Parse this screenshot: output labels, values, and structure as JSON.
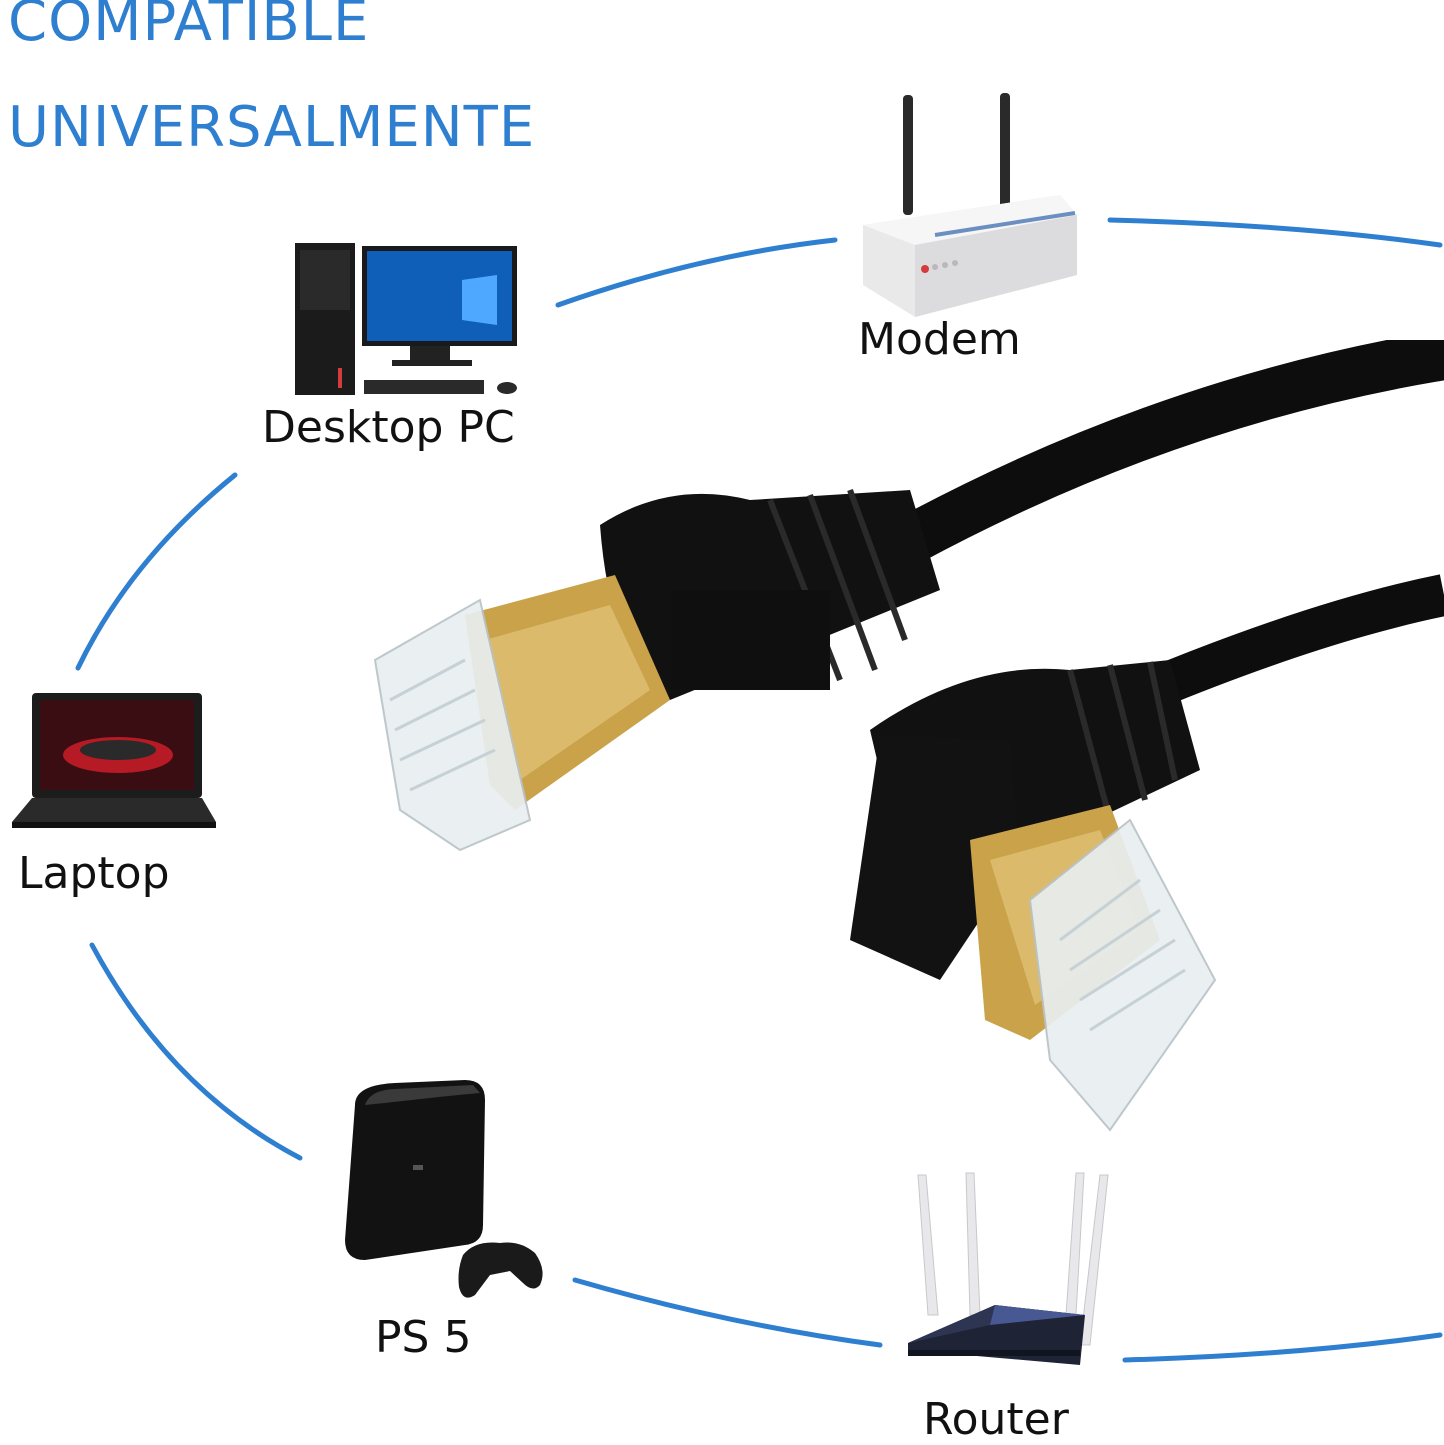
{
  "title": {
    "line1": "COMPATIBLE",
    "line2": "UNIVERSALMENTE"
  },
  "devices": {
    "modem": "Modem",
    "desktop": "Desktop PC",
    "laptop": "Laptop",
    "ps5": "PS 5",
    "router": "Router"
  },
  "colors": {
    "accent": "#2f7fd0",
    "cable": "#0d0d0d",
    "gold": "#c9a24a"
  },
  "icons": [
    "modem-icon",
    "desktop-pc-icon",
    "laptop-icon",
    "ps5-console-icon",
    "router-icon",
    "ethernet-cable-image"
  ]
}
